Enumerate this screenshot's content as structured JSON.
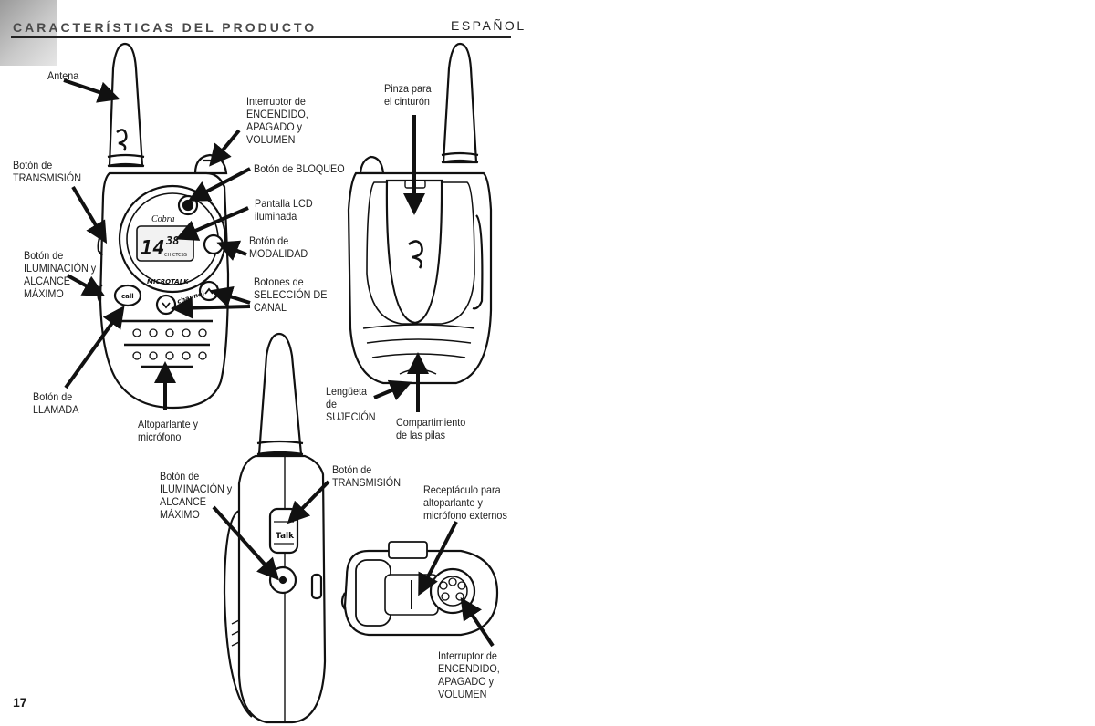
{
  "header": {
    "title": "CARACTERÍSTICAS DEL PRODUCTO",
    "language": "ESPAÑOL"
  },
  "page_number": "17",
  "labels": {
    "antena": "Antena",
    "interruptor_top": "Interruptor de\nENCENDIDO,\nAPAGADO y\nVOLUMEN",
    "pinza": "Pinza para\nel cinturón",
    "boton_transmision_front": "Botón de\nTRANSMISIÓN",
    "boton_bloqueo": "Botón de BLOQUEO",
    "pantalla_lcd": "Pantalla LCD\niluminada",
    "boton_iluminacion_front": "Botón de\nILUMINACIÓN y\nALCANCE\nMÁXIMO",
    "boton_modalidad": "Botón de\nMODALIDAD",
    "botones_seleccion": "Botones de\nSELECCIÓN DE\nCANAL",
    "boton_llamada": "Botón de\nLLAMADA",
    "altoparlante": "Altoparlante y\nmicrófono",
    "lengueta": "Lengüeta\nde\nSUJECIÓN",
    "compartimiento": "Compartimiento\nde las pilas",
    "boton_iluminacion_side": "Botón de\nILUMINACIÓN y\nALCANCE\nMÁXIMO",
    "boton_transmision_side": "Botón de\nTRANSMISIÓN",
    "receptaculo": "Receptáculo para\naltoparlante y\nmicrófono externos",
    "interruptor_bottom": "Interruptor de\nENCENDIDO,\nAPAGADO y\nVOLUMEN"
  },
  "device_text": {
    "brand": "Cobra",
    "lcd_channel": "14",
    "lcd_code": "38",
    "lcd_sub": "CH  CTCSS",
    "model": "MICROTALK",
    "call_button": "call",
    "channel_text": "channel",
    "talk_button": "Talk"
  }
}
